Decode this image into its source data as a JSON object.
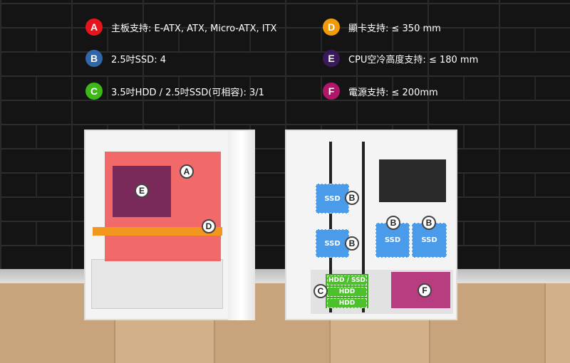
{
  "specs": [
    {
      "letter": "A",
      "text": "主板支持: E-ATX, ATX, Micro-ATX, ITX",
      "color": "#e8141c"
    },
    {
      "letter": "B",
      "text": "2.5吋SSD: 4",
      "color": "#2f67a8"
    },
    {
      "letter": "C",
      "text": "3.5吋HDD / 2.5吋SSD(可相容): 3/1",
      "color": "#3cb817"
    },
    {
      "letter": "D",
      "text": "顯卡支持: ≤ 350 mm",
      "color": "#f29a0a"
    },
    {
      "letter": "E",
      "text": "CPU空冷高度支持: ≤ 180 mm",
      "color": "#3a1a5a"
    },
    {
      "letter": "F",
      "text": "電源支持: ≤ 200mm",
      "color": "#b0176a"
    }
  ],
  "diagram": {
    "ssd_label": "SSD",
    "hdd_labels": [
      "HDD / SSD",
      "HDD",
      "HDD"
    ]
  }
}
